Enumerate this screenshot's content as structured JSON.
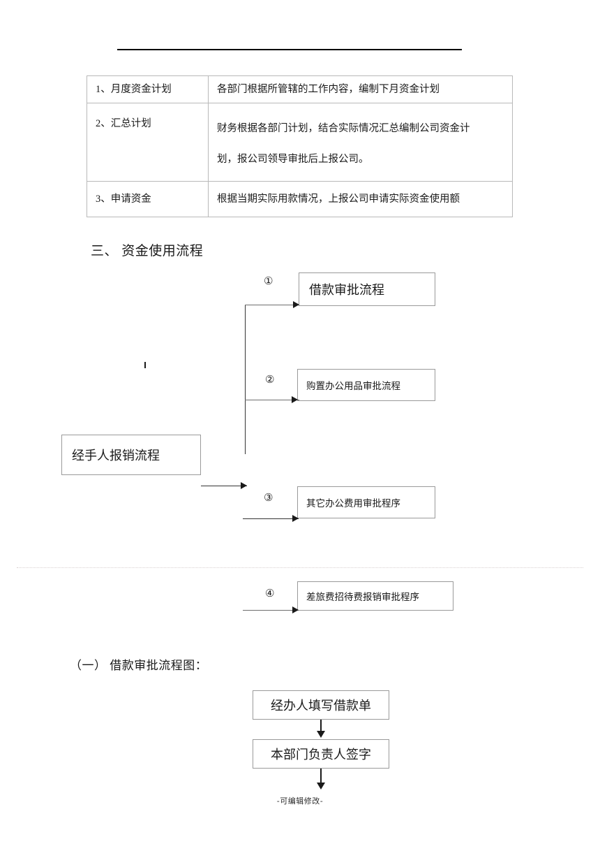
{
  "document": {
    "footer_note": "-可编辑修改-"
  },
  "plan_table": {
    "rows": [
      {
        "label": "1、月度资金计划",
        "desc_line1": "各部门根据所管辖的工作内容，编制下月资金计划",
        "desc_line2": ""
      },
      {
        "label": "2、汇总计划",
        "desc_line1": "财务根据各部门计划，结合实际情况汇总编制公司资金计",
        "desc_line2": "划，报公司领导审批后上报公司。"
      },
      {
        "label": "3、申请资金",
        "desc_line1": "根据当期实际用款情况，上报公司申请实际资金使用额",
        "desc_line2": ""
      }
    ]
  },
  "section_flow": {
    "heading": "三、  资金使用流程",
    "origin_box": "经手人报销流程",
    "branches": [
      {
        "marker": "①",
        "label": "借款审批流程"
      },
      {
        "marker": "②",
        "label": "购置办公用品审批流程"
      },
      {
        "marker": "③",
        "label": "其它办公费用审批程序"
      },
      {
        "marker": "④",
        "label": "差旅费招待费报销审批程序"
      }
    ]
  },
  "section_loan": {
    "heading": "（一）  借款审批流程图：",
    "steps": [
      {
        "label": "经办人填写借款单"
      },
      {
        "label": "本部门负责人签字"
      }
    ]
  }
}
